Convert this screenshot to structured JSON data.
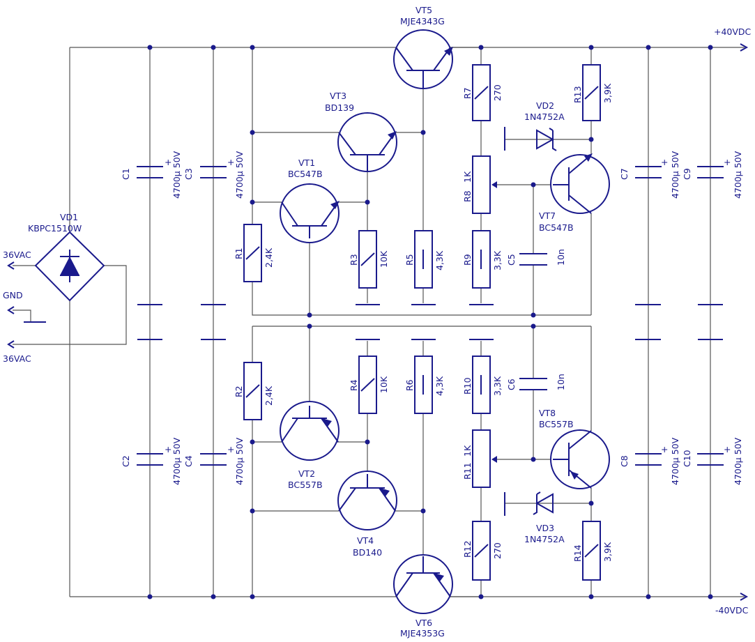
{
  "rails": {
    "positive": "+40VDC",
    "negative": "-40VDC"
  },
  "inputs": {
    "ac_top": "36VAC",
    "gnd": "GND",
    "ac_bottom": "36VAC"
  },
  "components": {
    "VD1": {
      "ref": "VD1",
      "value": "KBPC1510W"
    },
    "VD2": {
      "ref": "VD2",
      "value": "1N4752A"
    },
    "VD3": {
      "ref": "VD3",
      "value": "1N4752A"
    },
    "VT1": {
      "ref": "VT1",
      "value": "BC547B"
    },
    "VT2": {
      "ref": "VT2",
      "value": "BC557B"
    },
    "VT3": {
      "ref": "VT3",
      "value": "BD139"
    },
    "VT4": {
      "ref": "VT4",
      "value": "BD140"
    },
    "VT5": {
      "ref": "VT5",
      "value": "MJE4343G"
    },
    "VT6": {
      "ref": "VT6",
      "value": "MJE4353G"
    },
    "VT7": {
      "ref": "VT7",
      "value": "BC547B"
    },
    "VT8": {
      "ref": "VT8",
      "value": "BC557B"
    },
    "C1": {
      "ref": "C1",
      "value": "4700µ 50V"
    },
    "C2": {
      "ref": "C2",
      "value": "4700µ 50V"
    },
    "C3": {
      "ref": "C3",
      "value": "4700µ 50V"
    },
    "C4": {
      "ref": "C4",
      "value": "4700µ 50V"
    },
    "C5": {
      "ref": "C5",
      "value": "10n"
    },
    "C6": {
      "ref": "C6",
      "value": "10n"
    },
    "C7": {
      "ref": "C7",
      "value": "4700µ 50V"
    },
    "C8": {
      "ref": "C8",
      "value": "4700µ 50V"
    },
    "C9": {
      "ref": "C9",
      "value": "4700µ 50V"
    },
    "C10": {
      "ref": "C10",
      "value": "4700µ 50V"
    },
    "R1": {
      "ref": "R1",
      "value": "2,4K"
    },
    "R2": {
      "ref": "R2",
      "value": "2,4K"
    },
    "R3": {
      "ref": "R3",
      "value": "10K"
    },
    "R4": {
      "ref": "R4",
      "value": "10K"
    },
    "R5": {
      "ref": "R5",
      "value": "4,3K"
    },
    "R6": {
      "ref": "R6",
      "value": "4,3K"
    },
    "R7": {
      "ref": "R7",
      "value": "270"
    },
    "R8": {
      "ref": "R8",
      "value": "1K"
    },
    "R9": {
      "ref": "R9",
      "value": "3,3K"
    },
    "R10": {
      "ref": "R10",
      "value": "3,3K"
    },
    "R11": {
      "ref": "R11",
      "value": "1K"
    },
    "R12": {
      "ref": "R12",
      "value": "270"
    },
    "R13": {
      "ref": "R13",
      "value": "3,9K"
    },
    "R14": {
      "ref": "R14",
      "value": "3,9K"
    }
  },
  "symbols": {
    "polarity_plus": "+"
  }
}
